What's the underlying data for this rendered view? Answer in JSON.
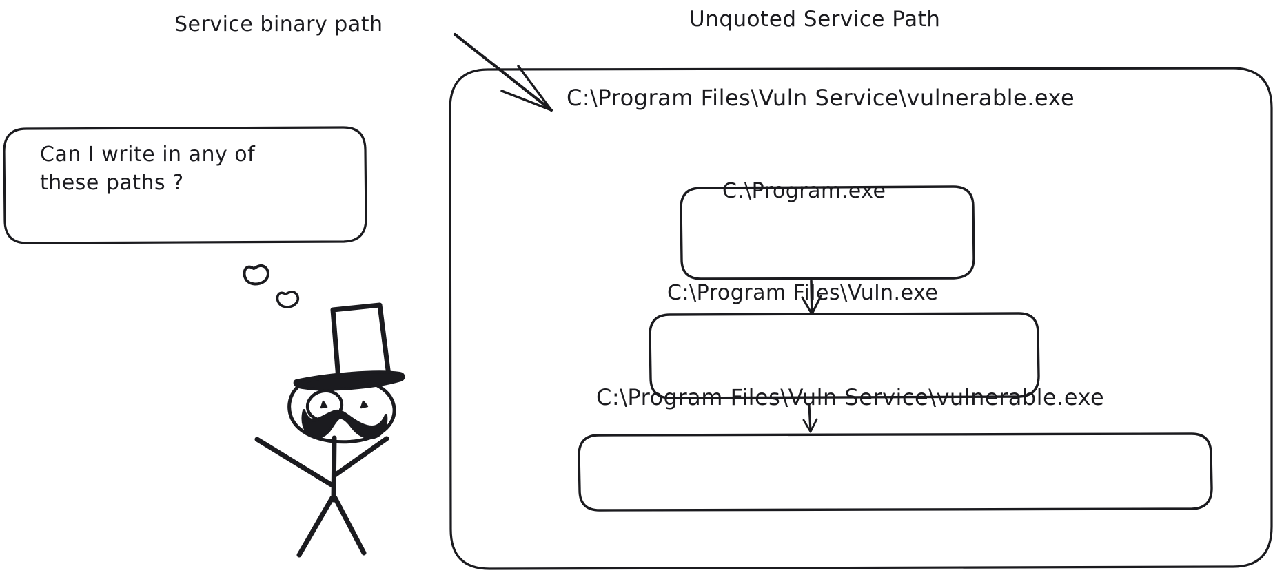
{
  "diagram": {
    "title": "Unquoted Service Path",
    "annotation_label": "Service binary path",
    "service_path": "C:\\Program Files\\Vuln Service\\vulnerable.exe",
    "candidate_paths": [
      "C:\\Program.exe",
      "C:\\Program Files\\Vuln.exe",
      "C:\\Program Files\\Vuln Service\\vulnerable.exe"
    ],
    "thought_bubble": {
      "line1": "Can I write in any of",
      "line2": "these paths ?"
    },
    "character": {
      "name": "stick-figure-with-top-hat-and-monocle"
    },
    "icons": {
      "annotation_arrow": "arrow-down-right-icon",
      "connector_1": "arrow-down-icon",
      "connector_2": "arrow-down-icon"
    },
    "colors": {
      "stroke": "#1b1b1f",
      "background": "#ffffff"
    }
  }
}
